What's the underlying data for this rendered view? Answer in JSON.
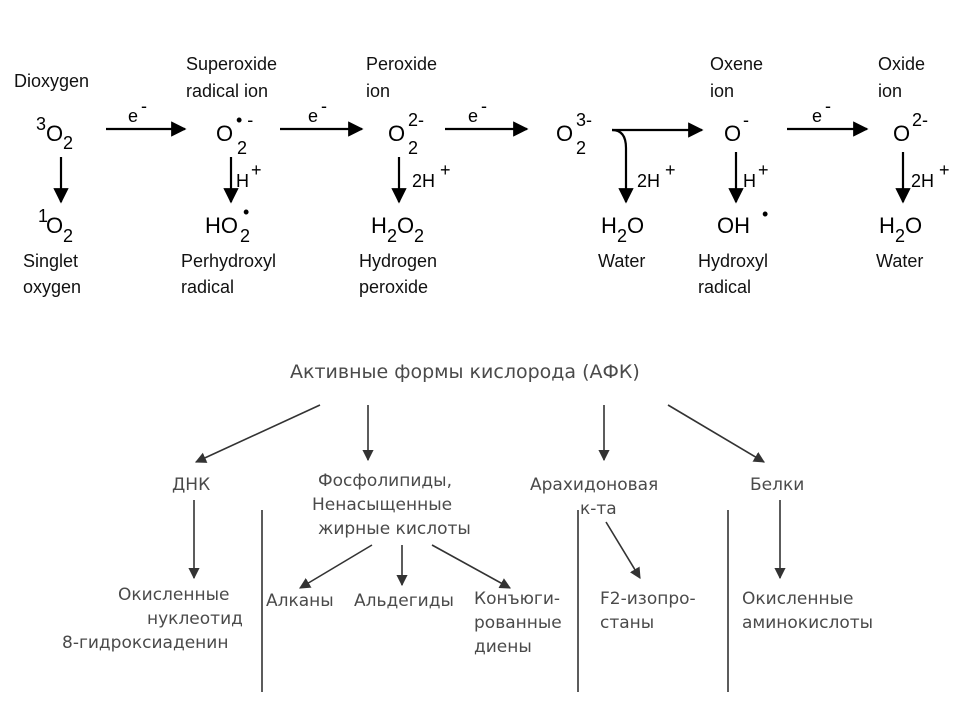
{
  "top": {
    "species": [
      {
        "name": "Dioxygen"
      },
      {
        "name1": "Superoxide",
        "name2": "radical ion"
      },
      {
        "name1": "Peroxide",
        "name2": "ion"
      },
      {
        "name1": "Oxene",
        "name2": "ion"
      },
      {
        "name1": "Oxide",
        "name2": "ion"
      }
    ],
    "electron_label": "e",
    "electron_sup": "-",
    "h_plus": "H",
    "two_h_plus": "2H",
    "plus_sup": "+",
    "formulas": {
      "dioxygen_pre": "3",
      "O": "O",
      "sub2": "2",
      "superoxide_sup": "• -",
      "peroxide_sup": "2-",
      "ozonide_sup": "3-",
      "oxene_sup": "-",
      "oxide_sup": "2-",
      "singlet_pre": "1",
      "HO": "HO",
      "radical_dot": "•",
      "H": "H",
      "OH": "OH"
    },
    "products": [
      {
        "line1": "Singlet",
        "line2": "oxygen"
      },
      {
        "line1": "Perhydroxyl",
        "line2": "radical"
      },
      {
        "line1": "Hydrogen",
        "line2": "peroxide"
      },
      {
        "line1": "Water"
      },
      {
        "line1": "Hydroxyl",
        "line2": "radical"
      },
      {
        "line1": "Water"
      }
    ]
  },
  "bottom": {
    "title": "Активные формы кислорода (АФК)",
    "targets": {
      "dna": "ДНК",
      "lipids": [
        "Фосфолипиды,",
        "Ненасыщенные",
        "жирные кислоты"
      ],
      "arachidonic": [
        "Арахидоновая",
        "к-та"
      ],
      "proteins": "Белки"
    },
    "products": {
      "dna": [
        "Окисленные",
        "нуклеотид",
        "8-гидроксиаденин"
      ],
      "alkanes": "Алканы",
      "aldehydes": "Альдегиды",
      "conjugated": [
        "Конъюги-",
        "рованные",
        "диены"
      ],
      "isoprostanes": [
        "F2-изопро-",
        "станы"
      ],
      "amino": [
        "Окисленные",
        "аминокислоты"
      ]
    }
  }
}
